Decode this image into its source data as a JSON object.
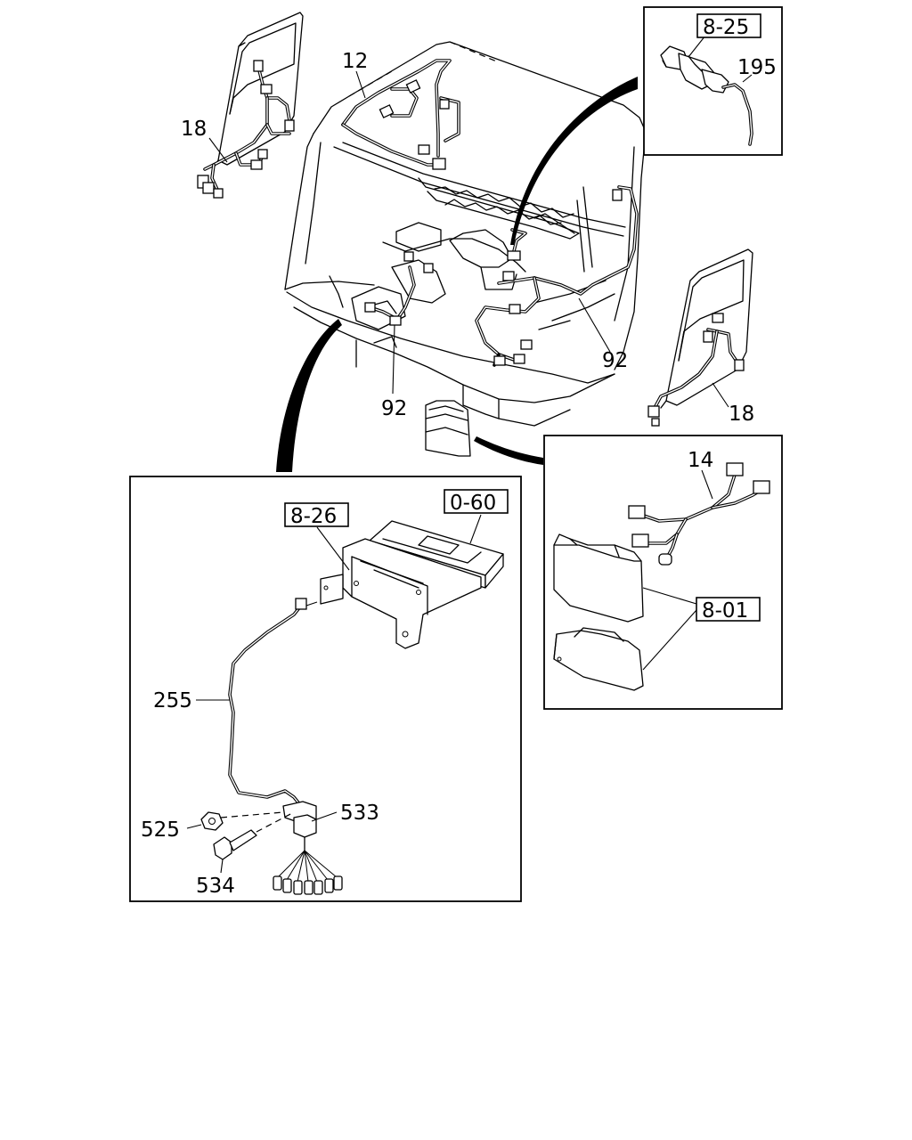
{
  "callouts": {
    "c12": "12",
    "c18_left": "18",
    "c18_right": "18",
    "c92_right": "92",
    "c92_center": "92",
    "c195": "195",
    "c14": "14",
    "c255": "255",
    "c525": "525",
    "c533": "533",
    "c534": "534"
  },
  "references": {
    "r8_25": "8-25",
    "r8_26": "8-26",
    "r0_60": "0-60",
    "r8_01": "8-01"
  }
}
